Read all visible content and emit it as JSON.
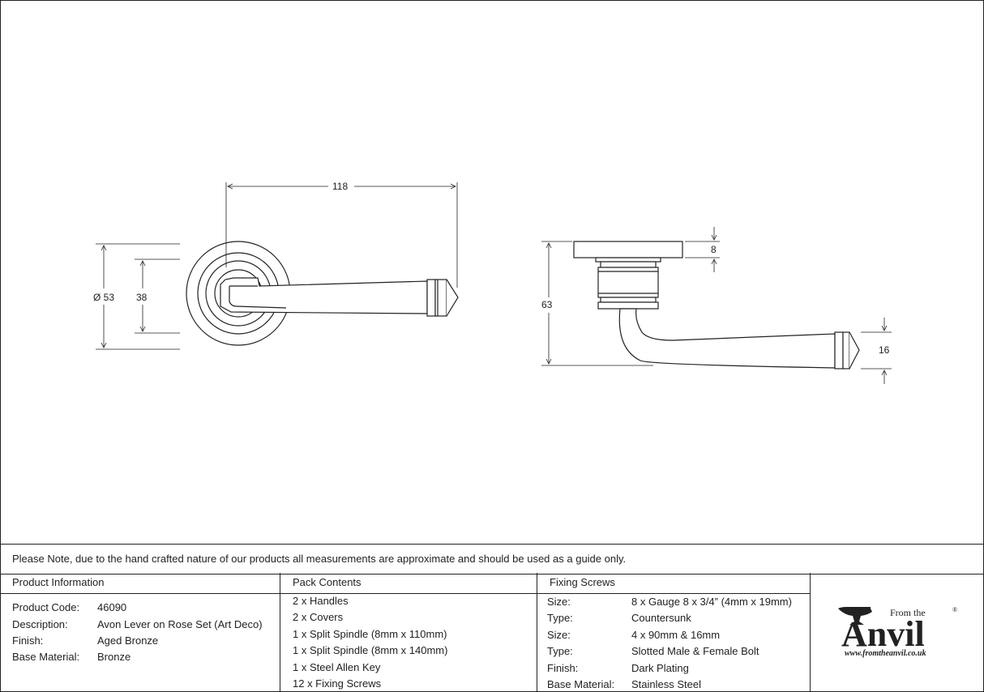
{
  "dimensions": {
    "width_118": "118",
    "dia_53": "Ø 53",
    "h_38": "38",
    "h_8": "8",
    "h_63": "63",
    "h_16": "16"
  },
  "note": "Please Note, due to the hand crafted nature of our products all measurements are approximate and should be used as a guide only.",
  "product_info": {
    "heading": "Product Information",
    "rows": [
      {
        "label": "Product Code:",
        "value": "46090"
      },
      {
        "label": "Description:",
        "value": "Avon Lever on Rose Set (Art Deco)"
      },
      {
        "label": "Finish:",
        "value": "Aged Bronze"
      },
      {
        "label": "Base Material:",
        "value": "Bronze"
      }
    ]
  },
  "pack_contents": {
    "heading": "Pack Contents",
    "items": [
      "2 x Handles",
      "2 x Covers",
      "1 x Split Spindle (8mm x 110mm)",
      "1 x Split Spindle (8mm x 140mm)",
      "1 x Steel Allen Key",
      "12 x Fixing Screws"
    ]
  },
  "fixing_screws": {
    "heading": "Fixing Screws",
    "rows": [
      {
        "label": "Size:",
        "value": "8 x Gauge 8 x 3/4” (4mm x 19mm)"
      },
      {
        "label": "Type:",
        "value": "Countersunk"
      },
      {
        "label": "Size:",
        "value": "4 x 90mm & 16mm"
      },
      {
        "label": "Type:",
        "value": "Slotted Male & Female Bolt"
      },
      {
        "label": "Finish:",
        "value": "Dark Plating"
      },
      {
        "label": "Base Material:",
        "value": "Stainless Steel"
      }
    ]
  },
  "logo": {
    "from_the": "From the",
    "anvil": "Anvil",
    "registered": "®",
    "url": "www.fromtheanvil.co.uk"
  }
}
